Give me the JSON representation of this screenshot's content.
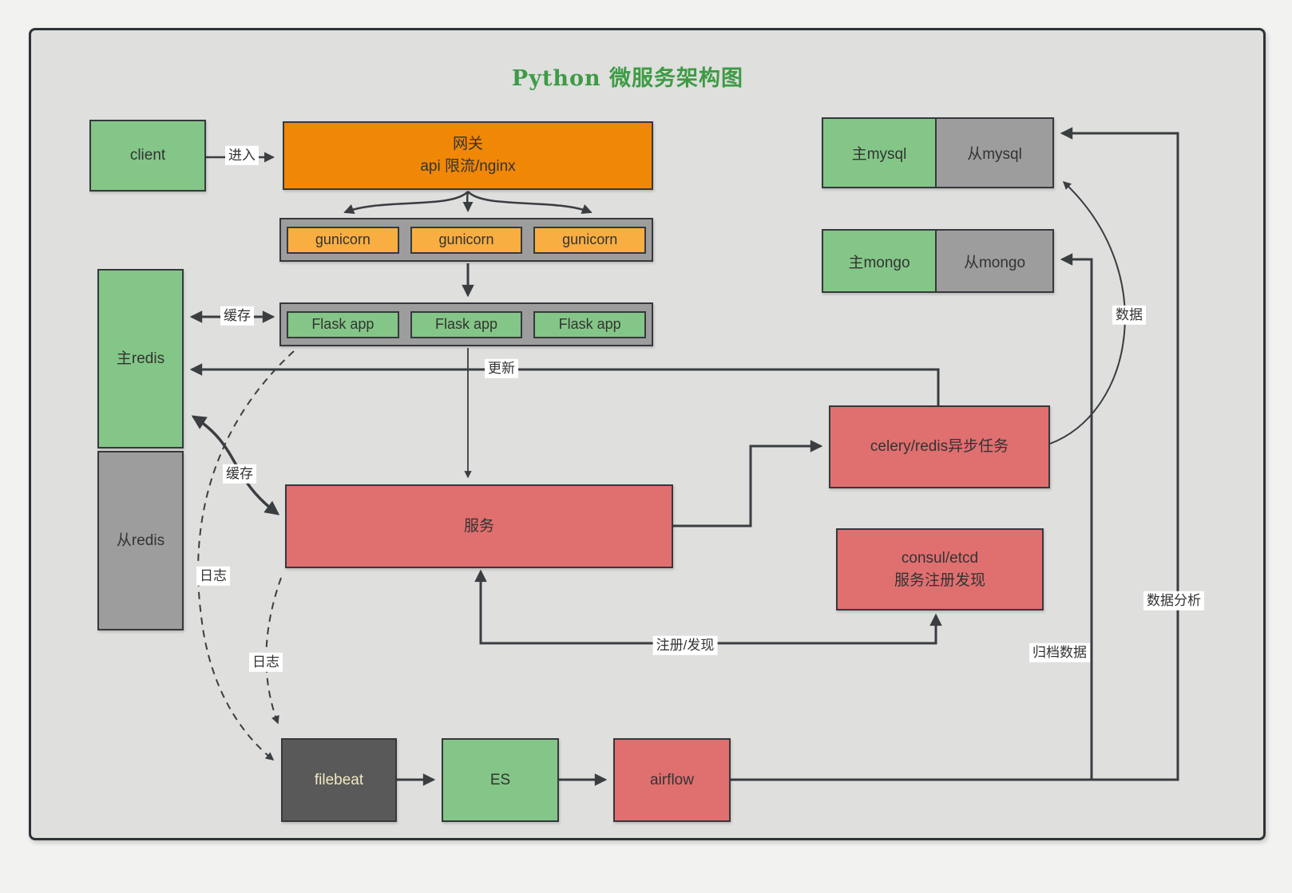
{
  "title": "Python 微服务架构图",
  "colors": {
    "green": "#84c687",
    "gray": "#9d9d9d",
    "bar_gray": "#9d9d9d",
    "orange": "#f08705",
    "light_orange": "#f9ae41",
    "red": "#e06f6f",
    "dark": "#595959",
    "title_green": "#3e9b45",
    "line": "#3a3e41",
    "canvas_bg": "#dfdfde"
  },
  "nodes": {
    "client": {
      "label": "client"
    },
    "gateway": {
      "label_line1": "网关",
      "label_line2": "api 限流/nginx"
    },
    "gunicorn1": {
      "label": "gunicorn"
    },
    "gunicorn2": {
      "label": "gunicorn"
    },
    "gunicorn3": {
      "label": "gunicorn"
    },
    "flask1": {
      "label": "Flask app"
    },
    "flask2": {
      "label": "Flask app"
    },
    "flask3": {
      "label": "Flask app"
    },
    "master_redis": {
      "label": "主redis"
    },
    "slave_redis": {
      "label": "从redis"
    },
    "service": {
      "label": "服务"
    },
    "celery": {
      "label": "celery/redis异步任务"
    },
    "consul": {
      "label_line1": "consul/etcd",
      "label_line2": "服务注册发现"
    },
    "master_mysql": {
      "label": "主mysql"
    },
    "slave_mysql": {
      "label": "从mysql"
    },
    "master_mongo": {
      "label": "主mongo"
    },
    "slave_mongo": {
      "label": "从mongo"
    },
    "filebeat": {
      "label": "filebeat"
    },
    "es": {
      "label": "ES"
    },
    "airflow": {
      "label": "airflow"
    }
  },
  "labels": {
    "enter": "进入",
    "cache_flask": "缓存",
    "update": "更新",
    "cache_service": "缓存",
    "log_flask": "日志",
    "log_service": "日志",
    "register": "注册/发现",
    "data": "数据",
    "data_analysis": "数据分析",
    "archive": "归档数据"
  }
}
